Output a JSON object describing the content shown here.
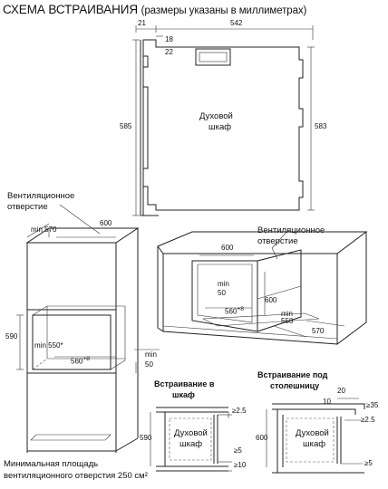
{
  "title": {
    "main": "СХЕМА ВСТРАИВАНИЯ",
    "sub": "(размеры указаны в миллиметрах)"
  },
  "top_view": {
    "dim_21": "21",
    "dim_542": "542",
    "dim_18": "18",
    "dim_22": "22",
    "dim_585": "585",
    "dim_583": "583",
    "oven_label_1": "Духовой",
    "oven_label_2": "шкаф"
  },
  "column_install": {
    "vent_label_1": "Вентиляционное",
    "vent_label_2": "отверстие",
    "min570": "min 570",
    "dim_600": "600",
    "dim_590": "590",
    "min550": "min 550",
    "star": "*",
    "dim_560": "560",
    "sup_8": "+8",
    "min": "min",
    "dim_50": "50",
    "area_label_1": "Минимальная площадь",
    "area_label_2": "вентиляционного отверстия 250 см²"
  },
  "counter_install": {
    "vent_label_1": "Вентиляционное",
    "vent_label_2": "отверстие",
    "dim_600_top": "600",
    "min": "min",
    "dim_50": "50",
    "dim_600_side": "600",
    "dim_560": "560",
    "sup_8": "+8",
    "min550": "min",
    "dim_550": "550",
    "dim_570": "570"
  },
  "cabinet_detail": {
    "title_1": "Встраивание в",
    "title_2": "шкаф",
    "dim_590": "590",
    "ge_25": "≥2.5",
    "ge_5": "≥5",
    "ge_10": "≥10",
    "oven_1": "Духовой",
    "oven_2": "шкаф"
  },
  "counter_detail": {
    "title_1": "Встраивание под",
    "title_2": "столешницу",
    "dim_20": "20",
    "dim_10": "10",
    "ge_35": "≥35",
    "ge_25": "≥2.5",
    "dim_600": "600",
    "ge_5": "≥5",
    "oven_1": "Духовой",
    "oven_2": "шкаф"
  }
}
